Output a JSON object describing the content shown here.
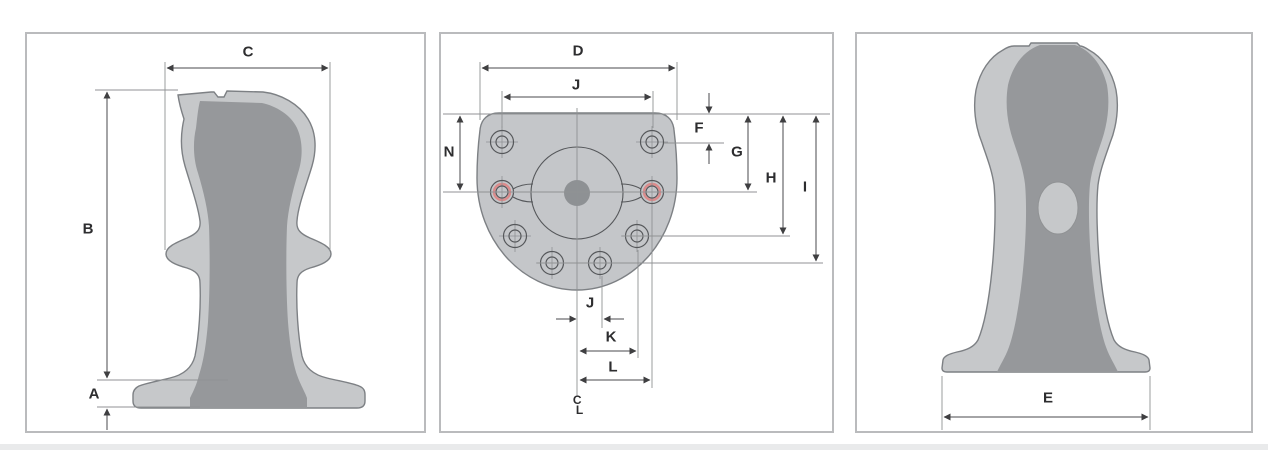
{
  "drawing_type": "bollard-technical-drawing",
  "colors": {
    "shell": "#c6c8ca",
    "core": "#96989b",
    "outline": "#7d8084",
    "plate": "#c4c6c9",
    "dim-line": "#4a4a4c",
    "ref-line": "#909294",
    "hole-line": "#55575a",
    "center-dot": "#8e9194",
    "accent-red": "#db8b8b",
    "label": "#2d2d2f",
    "panel-border": "#babbbd"
  },
  "panels": {
    "left_section_view": {
      "labels": {
        "a": "A",
        "b": "B",
        "c": "C"
      }
    },
    "top_view": {
      "labels": {
        "d": "D",
        "j_top": "J",
        "n": "N",
        "f": "F",
        "g": "G",
        "h": "H",
        "i": "I",
        "j_bottom": "J",
        "k": "K",
        "l": "L",
        "centerline_c": "C",
        "centerline_l": "L"
      }
    },
    "right_elevation_view": {
      "labels": {
        "e": "E"
      }
    }
  }
}
